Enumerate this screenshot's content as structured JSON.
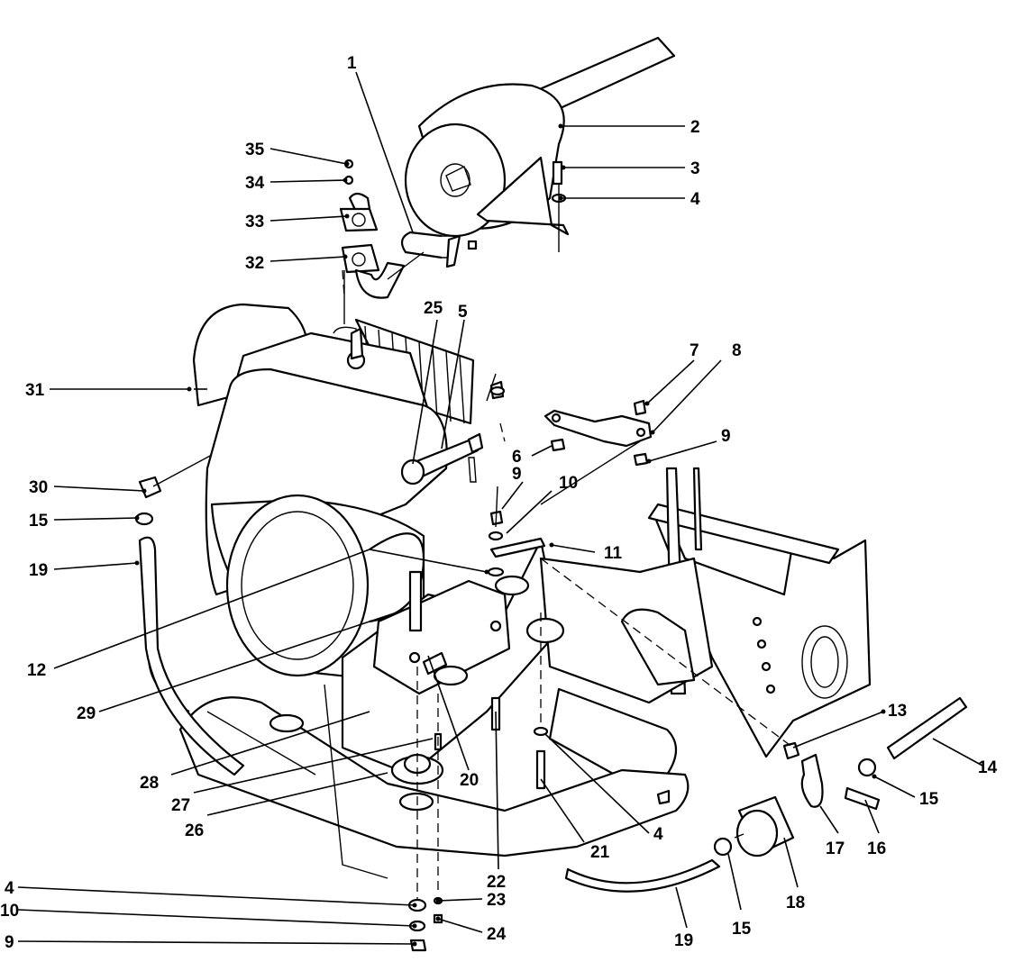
{
  "callouts": [
    {
      "id": "c1",
      "label": "1"
    },
    {
      "id": "c2",
      "label": "2"
    },
    {
      "id": "c3",
      "label": "3"
    },
    {
      "id": "c4a",
      "label": "4"
    },
    {
      "id": "c5",
      "label": "5"
    },
    {
      "id": "c6",
      "label": "6"
    },
    {
      "id": "c7",
      "label": "7"
    },
    {
      "id": "c8",
      "label": "8"
    },
    {
      "id": "c9a",
      "label": "9"
    },
    {
      "id": "c9b",
      "label": "9"
    },
    {
      "id": "c10a",
      "label": "10"
    },
    {
      "id": "c11",
      "label": "11"
    },
    {
      "id": "c12",
      "label": "12"
    },
    {
      "id": "c13",
      "label": "13"
    },
    {
      "id": "c14",
      "label": "14"
    },
    {
      "id": "c15a",
      "label": "15"
    },
    {
      "id": "c15b",
      "label": "15"
    },
    {
      "id": "c15c",
      "label": "15"
    },
    {
      "id": "c16",
      "label": "16"
    },
    {
      "id": "c17",
      "label": "17"
    },
    {
      "id": "c18",
      "label": "18"
    },
    {
      "id": "c19a",
      "label": "19"
    },
    {
      "id": "c19b",
      "label": "19"
    },
    {
      "id": "c20",
      "label": "20"
    },
    {
      "id": "c21",
      "label": "21"
    },
    {
      "id": "c22",
      "label": "22"
    },
    {
      "id": "c23",
      "label": "23"
    },
    {
      "id": "c24",
      "label": "24"
    },
    {
      "id": "c25",
      "label": "25"
    },
    {
      "id": "c26",
      "label": "26"
    },
    {
      "id": "c27",
      "label": "27"
    },
    {
      "id": "c28",
      "label": "28"
    },
    {
      "id": "c29",
      "label": "29"
    },
    {
      "id": "c30",
      "label": "30"
    },
    {
      "id": "c31",
      "label": "31"
    },
    {
      "id": "c32",
      "label": "32"
    },
    {
      "id": "c33",
      "label": "33"
    },
    {
      "id": "c34",
      "label": "34"
    },
    {
      "id": "c35",
      "label": "35"
    },
    {
      "id": "c4b",
      "label": "4"
    },
    {
      "id": "c4c",
      "label": "4"
    },
    {
      "id": "c10b",
      "label": "10"
    },
    {
      "id": "c9c",
      "label": "9"
    }
  ]
}
